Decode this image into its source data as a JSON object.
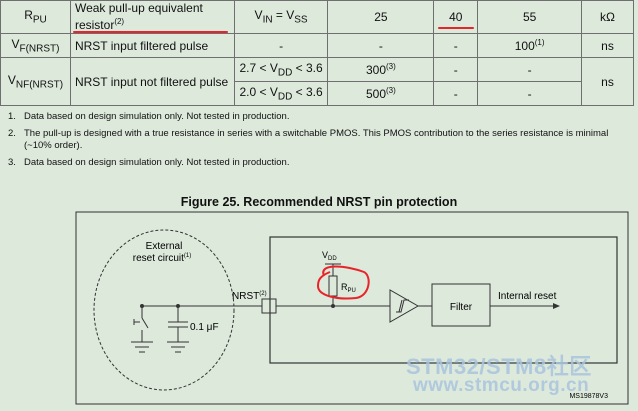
{
  "table": {
    "rows": [
      {
        "symbol": "R",
        "symbol_sub": "PU",
        "param_a": "Weak pull-up equivalent",
        "param_b": "resistor",
        "param_sup": "(2)",
        "cond": "V",
        "cond_sub1": "IN",
        "cond_mid": " = V",
        "cond_sub2": "SS",
        "min": "25",
        "typ": "40",
        "max": "55",
        "unit": "kΩ"
      },
      {
        "symbol": "V",
        "symbol_sub": "F(NRST)",
        "param": "NRST input filtered pulse",
        "cond": "-",
        "min": "-",
        "typ": "-",
        "max": "100",
        "max_sup": "(1)",
        "unit": "ns"
      },
      {
        "symbol": "V",
        "symbol_sub": "NF(NRST)",
        "param": "NRST input not filtered pulse",
        "cond1_a": "2.7 < V",
        "cond1_sub": "DD",
        "cond1_b": " < 3.6",
        "min1": "300",
        "min1_sup": "(3)",
        "typ1": "-",
        "max1": "-",
        "cond2_a": "2.0 < V",
        "cond2_sub": "DD",
        "cond2_b": " < 3.6",
        "min2": "500",
        "min2_sup": "(3)",
        "typ2": "-",
        "max2": "-",
        "unit": "ns"
      }
    ]
  },
  "notes": [
    {
      "num": "1.",
      "text": "Data based on design simulation only. Not tested in production."
    },
    {
      "num": "2.",
      "text": "The pull-up is designed with a true resistance in series with a switchable PMOS. This PMOS contribution to the series resistance is minimal (~10% order)."
    },
    {
      "num": "3.",
      "text": "Data based on design simulation only. Not tested in production."
    }
  ],
  "figure": {
    "title": "Figure 25. Recommended NRST pin protection",
    "ext_label_1": "External",
    "ext_label_2": "reset circuit",
    "ext_sup": "(1)",
    "cap_label": "0.1 μF",
    "nrst_label": "NRST",
    "nrst_sup": "(2)",
    "vdd_label": "V",
    "vdd_sub": "DD",
    "rpu_label": "R",
    "rpu_sub": "PU",
    "filter_label": "Filter",
    "internal_reset_label": "Internal reset",
    "ref_code": "MS19878V3"
  },
  "watermark": {
    "line1": "STM32/STM8社区",
    "line2": "www.stmcu.org.cn"
  },
  "colors": {
    "annotation_red": "#e8232a",
    "background": "#dde9db",
    "watermark": "#a9c4de"
  }
}
